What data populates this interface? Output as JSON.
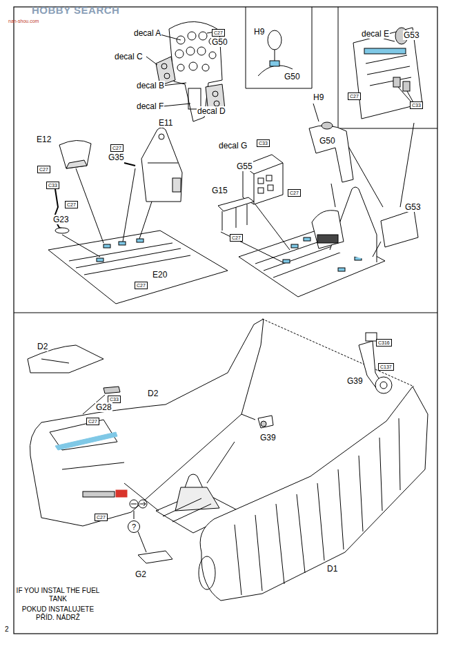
{
  "diagram": {
    "nodes": [
      {
        "text": [
          "C27"
        ]
      },
      {
        "text": [
          "C27"
        ]
      },
      {
        "text": [
          "C33"
        ]
      },
      {
        "text": [
          "C33"
        ]
      },
      {
        "text": [
          "C27"
        ]
      },
      {
        "text": [
          "C27"
        ]
      },
      {
        "text": [
          "C33"
        ]
      },
      {
        "text": [
          "C27"
        ]
      },
      {
        "text": [
          "C27"
        ]
      },
      {
        "text": [
          "C27"
        ]
      },
      {
        "text": [
          "C27"
        ]
      },
      {
        "text": [
          "C316"
        ]
      },
      {
        "text": [
          "C137"
        ]
      },
      {
        "text": [
          "C33"
        ]
      },
      {
        "text": [
          "C27"
        ]
      },
      {
        "text": [
          "C27"
        ]
      },
      {
        "text": [
          "?"
        ]
      }
    ],
    "labels": [
      "HOBBY SEARCH",
      "nan-shou.com",
      "decal A",
      "H9",
      "decal E",
      "G53",
      "G50",
      "decal C",
      "G50",
      "decal B",
      "H9",
      "decal F",
      "decal D",
      "E11",
      "E12",
      "G50",
      "decal G",
      "G35",
      "G55",
      "G15",
      "G23",
      "G53",
      "E20",
      "D2",
      "G39",
      "G28",
      "D2",
      "G39",
      "D1",
      "G2",
      "IF YOU INSTAL THE FUEL TANK",
      "POKUD INSTALUJETE PŘÍD. NÁDRŽ",
      "2"
    ]
  }
}
